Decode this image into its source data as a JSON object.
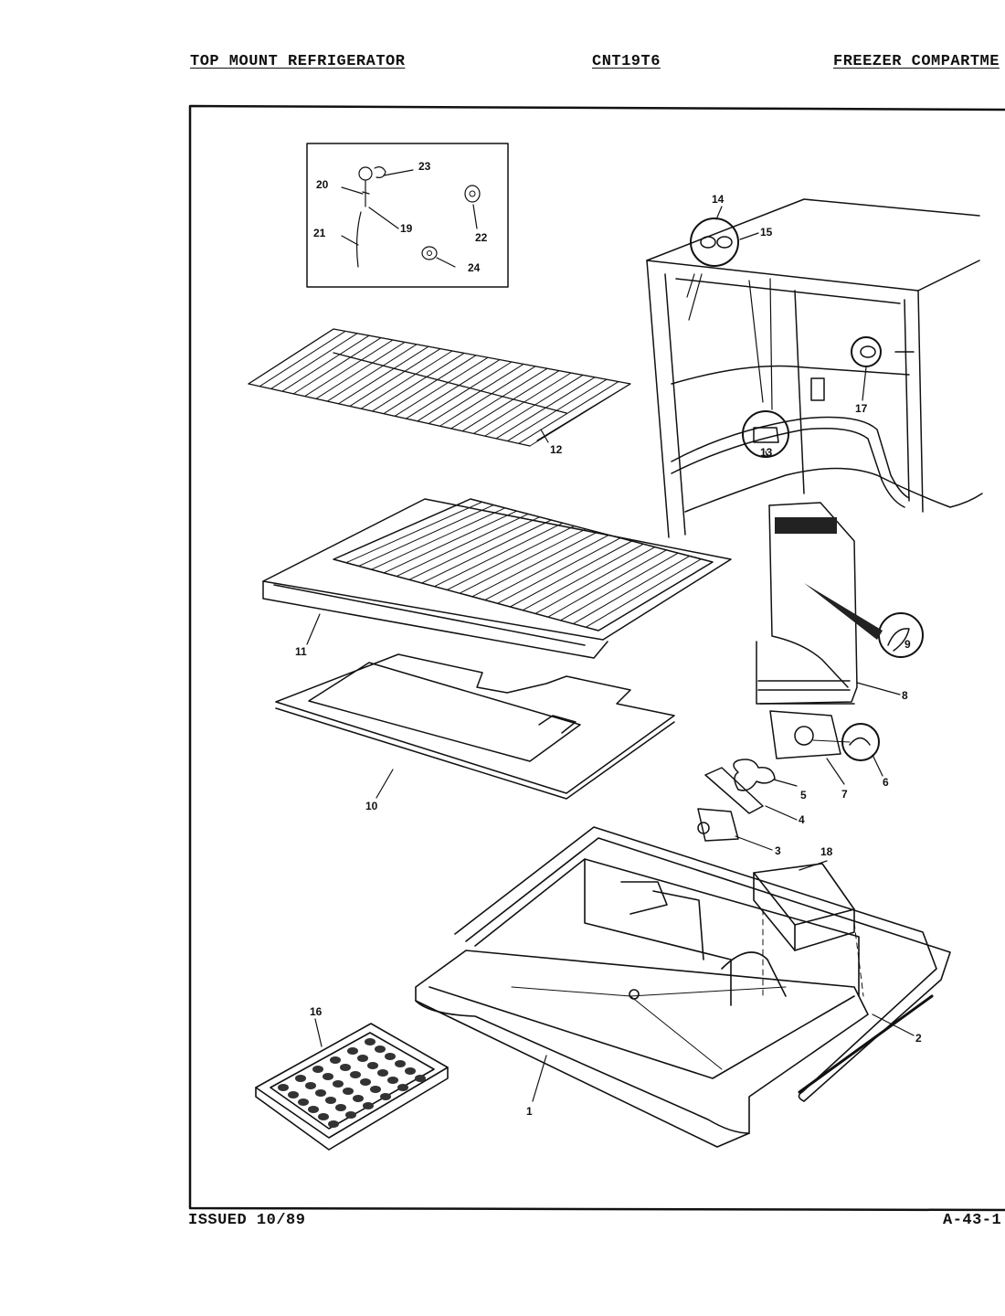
{
  "header": {
    "left": "TOP MOUNT REFRIGERATOR",
    "model": "CNT19T6",
    "right": "FREEZER COMPARTME"
  },
  "footer": {
    "issued": "ISSUED 10/89",
    "page": "A-43-1"
  },
  "parts": {
    "p1": "1",
    "p2": "2",
    "p3": "3",
    "p4": "4",
    "p5": "5",
    "p6": "6",
    "p7": "7",
    "p8": "8",
    "p9": "9",
    "p10": "10",
    "p11": "11",
    "p12": "12",
    "p13": "13",
    "p14": "14",
    "p15": "15",
    "p16": "16",
    "p17": "17",
    "p18": "18",
    "p19": "19",
    "p20": "20",
    "p21": "21",
    "p22": "22",
    "p23": "23",
    "p24": "24"
  }
}
